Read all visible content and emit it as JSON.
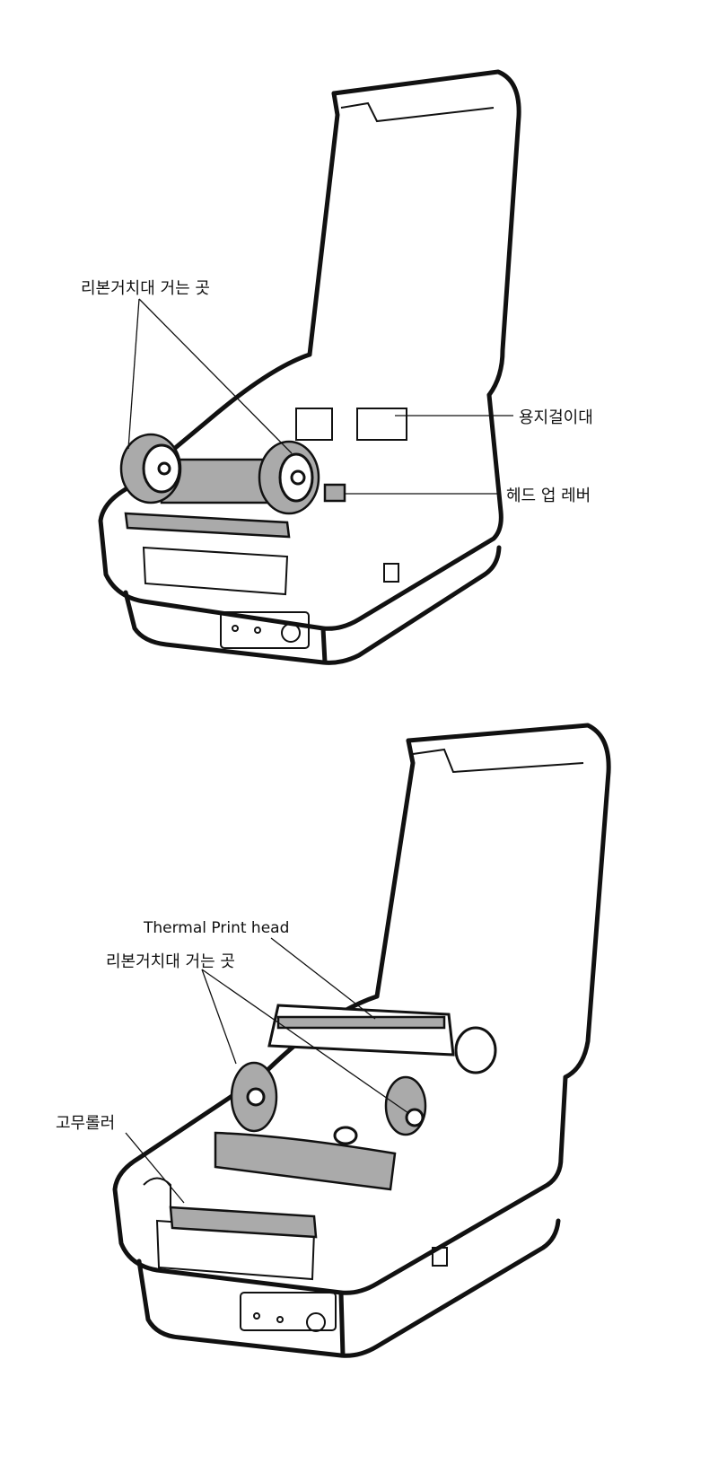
{
  "top_diagram": {
    "labels": {
      "ribbon_holder": "리본거치대 거는 곳",
      "paper_holder": "용지걸이대",
      "head_up_lever": "헤드 업 레버"
    }
  },
  "bottom_diagram": {
    "labels": {
      "thermal_print_head": "Thermal Print head",
      "ribbon_holder": "리본거치대 거는 곳",
      "rubber_roller": "고무롤러"
    }
  }
}
